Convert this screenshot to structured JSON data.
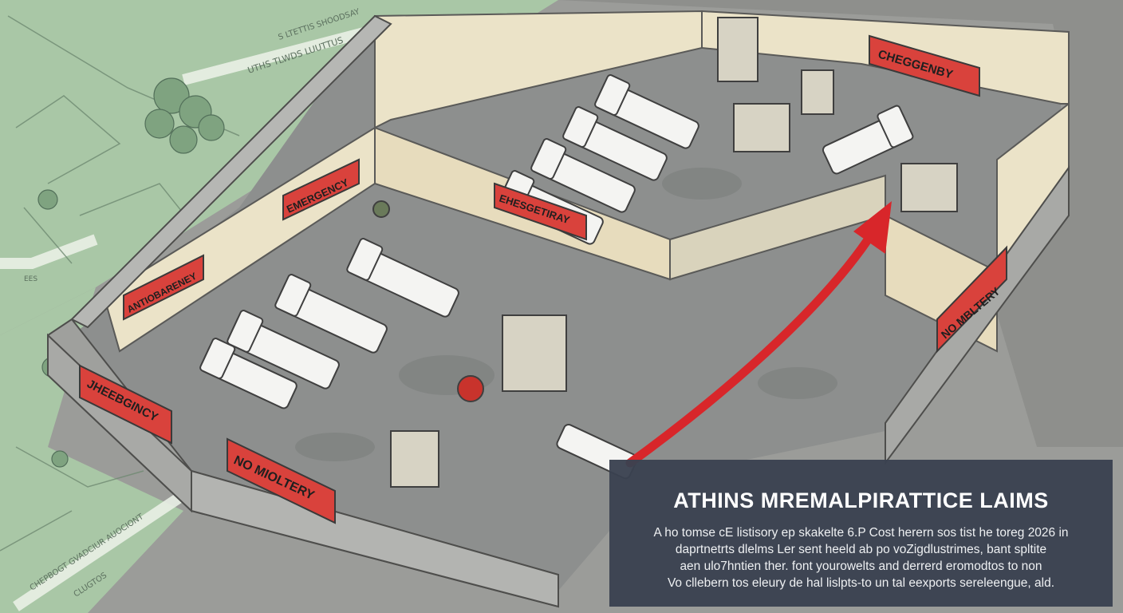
{
  "signs": {
    "emergency_top_right": "CHEGGENBY",
    "emergency_left_wall": "EMERGENCY",
    "emergency_center": "EHESGETIRAY",
    "anti_bareney": "ANTIOBARENEY",
    "jheebgincy": "JHEEBGINCY",
    "no_miltery_front": "NO MIOLTERY",
    "no_mbltery_right": "NO MBLTERY"
  },
  "map_labels": {
    "road_top": "UTHS TLWDS LUUTTUS",
    "road_top2": "S LTETTIS SHOODSAY",
    "small_left": "EES",
    "bottom_left_a": "CHEPBOGT GVADCIUR AUOCIONT",
    "bottom_left_b": "CLUGTOS"
  },
  "caption": {
    "title": "ATHINS MREMALPIRATTICE LAIMS",
    "lines": [
      "A ho tomse cE listisory ep skakelte 6.P Cost herern sos tist he toreg 2026 in",
      "daprtnetrts dlelms Ler sent heeld ab po voZigdlustrimes, bant spltite",
      "aen ulo7hntien ther. font yourowelts and derrerd eromodtos to non",
      "Vo cllebern tos eleury de hal lislpts-to un tal eexports sereleengue, ald."
    ]
  },
  "colors": {
    "arrow": "#d8262a",
    "sign_red": "#d9423c",
    "floor": "#8c8e8c",
    "wall": "#ebe3c8",
    "map_green": "#a9c7a6",
    "panel": "#3a4250"
  }
}
